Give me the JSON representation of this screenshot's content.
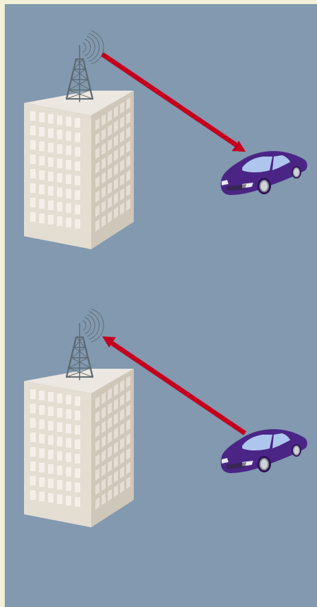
{
  "colors": {
    "frame": "#f2f0d6",
    "background": "#8299b0",
    "arrow": "#c4001e",
    "building_front": "#e4ddd2",
    "building_side": "#cfc7b9",
    "building_top": "#ece7e0",
    "window_front": "#f4efe8",
    "window_side": "#e4ded4",
    "tower": "#5e6b72",
    "car_body": "#4b2586",
    "car_glass": "#aec6ee"
  },
  "icons": {
    "building": "office-building-icon",
    "tower": "radio-tower-icon",
    "car": "car-icon"
  },
  "scenes": [
    {
      "id": "downlink",
      "arrow_from": "tower",
      "arrow_to": "car"
    },
    {
      "id": "uplink",
      "arrow_from": "car",
      "arrow_to": "tower"
    }
  ]
}
